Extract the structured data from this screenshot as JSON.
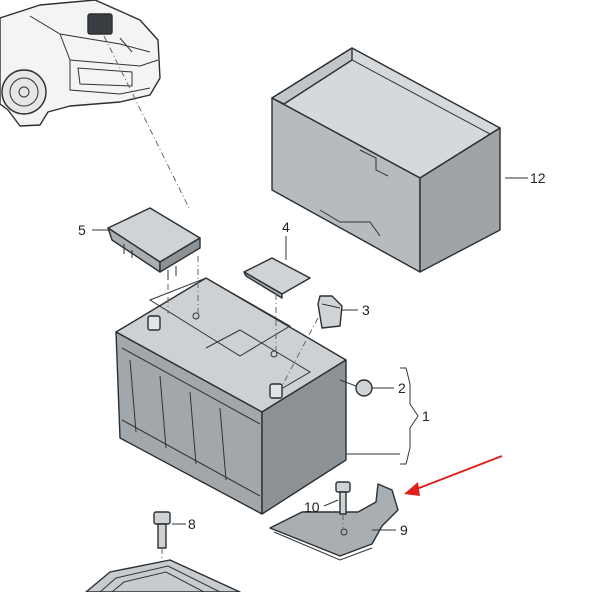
{
  "colors": {
    "part_light": "#c8ccd0",
    "part_mid": "#a9aeb3",
    "part_dark": "#8d9297",
    "outline": "#2a2f33",
    "arrow": "#e0201b"
  },
  "callouts": [
    {
      "id": "1",
      "text": "1"
    },
    {
      "id": "2",
      "text": "2"
    },
    {
      "id": "3",
      "text": "3"
    },
    {
      "id": "4",
      "text": "4"
    },
    {
      "id": "5",
      "text": "5"
    },
    {
      "id": "8",
      "text": "8"
    },
    {
      "id": "9",
      "text": "9"
    },
    {
      "id": "10",
      "text": "10"
    },
    {
      "id": "12",
      "text": "12"
    }
  ],
  "icons": [
    "car-icon",
    "red-arrow-icon"
  ]
}
